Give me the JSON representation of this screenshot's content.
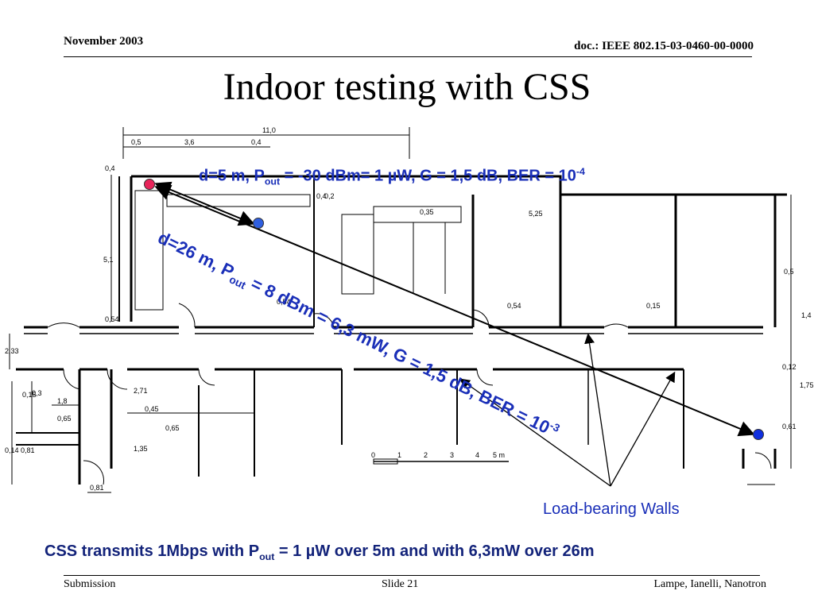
{
  "header": {
    "date": "November 2003",
    "doc": "doc.: IEEE 802.15-03-0460-00-0000"
  },
  "title": "Indoor testing with CSS",
  "labels": {
    "short_link": {
      "pre": "d=5 m, P",
      "sub": "out",
      "mid": " = -30 dBm= 1 µW, G = 1,5 dB, BER = 10",
      "sup": "-4"
    },
    "long_link": {
      "pre": "d=26 m, P",
      "sub": "out",
      "mid": " = 8 dBm = 6,3 mW, G = 1,5 dB, BER = 10",
      "sup": "-3"
    },
    "walls": "Load-bearing Walls"
  },
  "floorplan": {
    "dimensions": [
      "11,0",
      "0,5",
      "3,6",
      "0,4",
      "0,4",
      "0,4",
      "0,2",
      "0,35",
      "5,25",
      "5,1",
      "0,5",
      "0,54",
      "0,54",
      "0,54",
      "0,15",
      "1,4",
      "2,33",
      "0,12",
      "1,75",
      "0,61",
      "0,3",
      "0,15",
      "1,8",
      "0,65",
      "2,71",
      "0,45",
      "0,65",
      "1,35",
      "0,14",
      "0,81",
      "0,81"
    ],
    "scale_ticks": [
      "0",
      "1",
      "2",
      "3",
      "4",
      "5 m"
    ]
  },
  "markers": {
    "transmitter_color": "#e8245a",
    "receiver_color": "#2f5fe0",
    "far_receiver_color": "#1030e0"
  },
  "bottom": {
    "pre": "CSS transmits 1Mbps with P",
    "sub": "out",
    "post": " = 1 µW over 5m and with 6,3mW over 26m"
  },
  "footer": {
    "left": "Submission",
    "center": "Slide 21",
    "right": "Lampe, Ianelli, Nanotron"
  }
}
